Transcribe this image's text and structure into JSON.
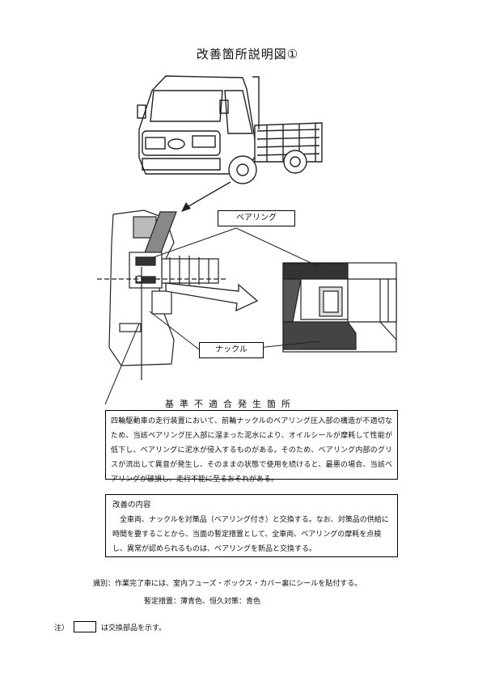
{
  "title": "改善箇所説明図①",
  "callouts": {
    "bearing": "ベアリング",
    "knuckle": "ナックル"
  },
  "defect": {
    "heading": "基準不適合発生箇所",
    "text": "四輪駆動車の走行装置において、前輪ナックルのベアリング圧入部の構造が不適切なため、当該ベアリング圧入部に溜まった泥水により、オイルシールが摩耗して性能が低下し、ベアリングに泥水が侵入するものがある。そのため、ベアリング内部のグリスが流出して異音が発生し、そのままの状態で使用を続けると、最悪の場合、当該ベアリングが破損し、走行不能に至るおそれがある。"
  },
  "improvement": {
    "heading": "改善の内容",
    "text": "全車両、ナックルを対策品（ベアリング付き）と交換する。なお、対策品の供給に時間を要することから、当面の暫定措置として、全車両、ベアリングの摩耗を点検し、異常が認められるものは、ベアリングを新品と交換する。"
  },
  "identification": {
    "line1": "識別：作業完了車には、室内フューズ・ボックス・カバー裏にシールを貼付する。",
    "line2": "暫定措置：薄青色、恒久対策：青色"
  },
  "note": {
    "prefix": "注）",
    "suffix": "は交換部品を示す。"
  }
}
